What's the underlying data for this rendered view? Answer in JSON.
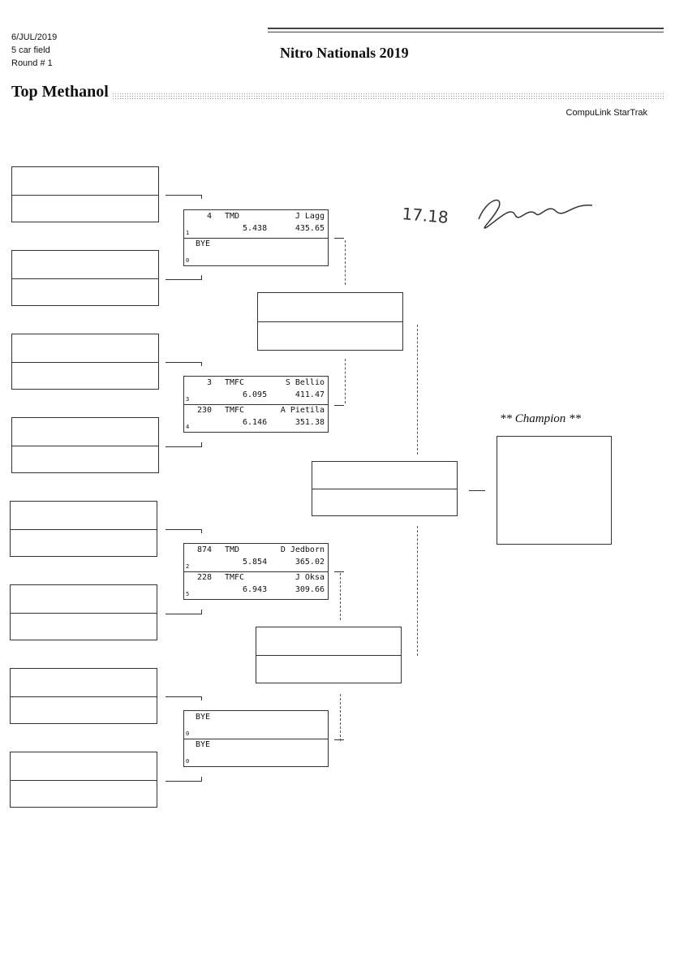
{
  "header": {
    "date": "6/JUL/2019",
    "field": "5 car field",
    "round": "Round # 1",
    "title": "Nitro Nationals 2019",
    "category": "Top Methanol",
    "brand": "CompuLink StarTrak"
  },
  "round1": [
    {
      "top": {
        "car": "4",
        "class": "TMD",
        "driver": "J Lagg",
        "et": "5.438",
        "mph": "435.65",
        "seed": "1"
      },
      "bottom": {
        "car": "BYE",
        "class": "",
        "driver": "",
        "et": "",
        "mph": "",
        "seed": "0"
      }
    },
    {
      "top": {
        "car": "3",
        "class": "TMFC",
        "driver": "S Bellio",
        "et": "6.095",
        "mph": "411.47",
        "seed": "3"
      },
      "bottom": {
        "car": "230",
        "class": "TMFC",
        "driver": "A Pietila",
        "et": "6.146",
        "mph": "351.38",
        "seed": "4"
      }
    },
    {
      "top": {
        "car": "874",
        "class": "TMD",
        "driver": "D Jedborn",
        "et": "5.854",
        "mph": "365.02",
        "seed": "2"
      },
      "bottom": {
        "car": "228",
        "class": "TMFC",
        "driver": "J Oksa",
        "et": "6.943",
        "mph": "309.66",
        "seed": "5"
      }
    },
    {
      "top": {
        "car": "BYE",
        "class": "",
        "driver": "",
        "et": "",
        "mph": "",
        "seed": "0"
      },
      "bottom": {
        "car": "BYE",
        "class": "",
        "driver": "",
        "et": "",
        "mph": "",
        "seed": "0"
      }
    }
  ],
  "champion_label": "** Champion **",
  "handwritten_note": "17.18",
  "signature": "signature"
}
